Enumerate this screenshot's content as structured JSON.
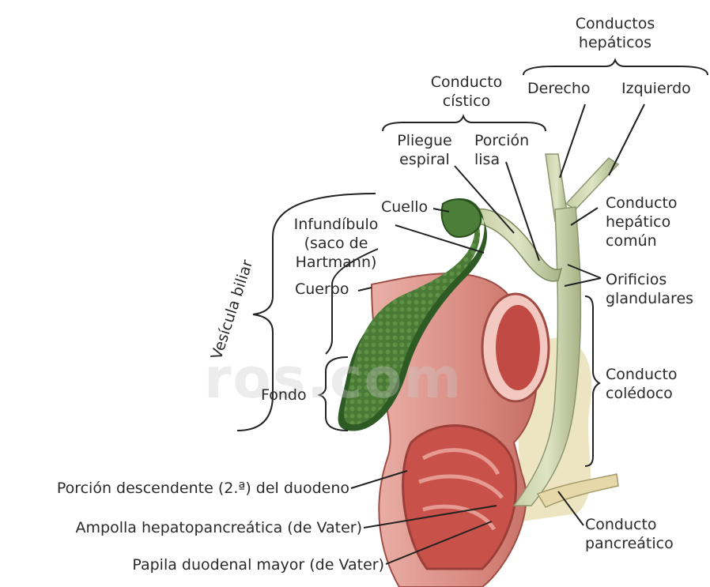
{
  "watermark": "ros.com",
  "labels": {
    "conductos_hepaticos": [
      "Conductos",
      "hepáticos"
    ],
    "derecho": "Derecho",
    "izquierdo": "Izquierdo",
    "conducto_cistico": [
      "Conducto",
      "cístico"
    ],
    "pliegue_espiral": [
      "Pliegue",
      "espiral"
    ],
    "porcion_lisa": [
      "Porción",
      "lisa"
    ],
    "cuello": "Cuello",
    "infundibulo": [
      "Infundíbulo",
      "(saco de",
      "Hartmann)"
    ],
    "cuerpo": "Cuerpo",
    "vesicula_biliar": "Vesícula biliar",
    "fondo": "Fondo",
    "conducto_hepatico_comun": [
      "Conducto",
      "hepático",
      "común"
    ],
    "orificios_glandulares": [
      "Orificios",
      "glandulares"
    ],
    "conducto_coledoco": [
      "Conducto",
      "colédoco"
    ],
    "porcion_descendente": "Porción descendente (2.ª) del duodeno",
    "ampolla": "Ampolla hepatopancreática (de Vater)",
    "papila": "Papila duodenal mayor (de Vater)",
    "conducto_pancreatico": [
      "Conducto",
      "pancreático"
    ]
  },
  "colors": {
    "label_text": "#2a2a2a",
    "leader_line": "#222222",
    "gallbladder": "#3f6b2f",
    "bile_duct": "#a8b58a",
    "duodenum": "#d98f86",
    "duodenum_inner": "#b8403a"
  }
}
